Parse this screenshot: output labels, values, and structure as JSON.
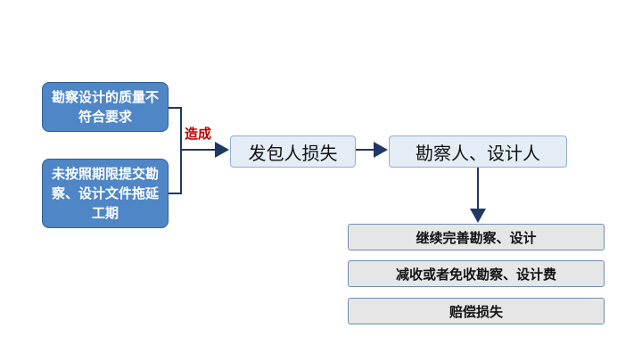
{
  "causes": [
    "勘察设计的质量不符合要求",
    "未按照期限提交勘察、设计文件拖延工期"
  ],
  "relation_label": "造成",
  "outcome": "发包人损失",
  "responsible": "勘察人、设计人",
  "consequences": [
    "继续完善勘察、设计",
    "减收或者免收勘察、设计费",
    "赔偿损失"
  ],
  "colors": {
    "cause_box": "#4f86c6",
    "connector": "#1f3864",
    "label": "#c00000",
    "consequence_box": "#e6e6e6"
  }
}
